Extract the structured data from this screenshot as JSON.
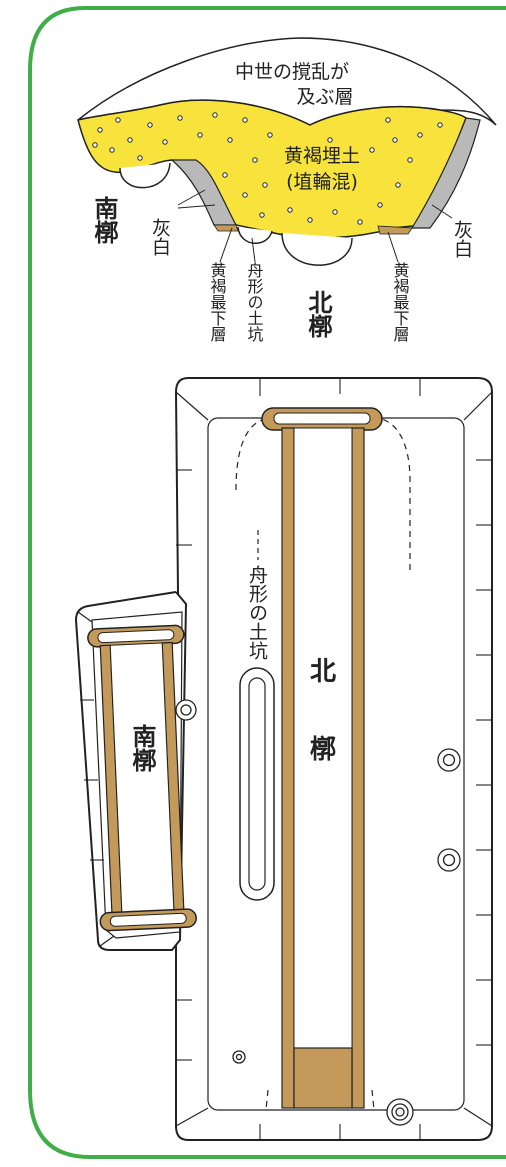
{
  "colors": {
    "frame": "#3fae49",
    "fill": "#f7e33b",
    "gray": "#b9b9b9",
    "wood": "#c49a5b",
    "line": "#222222"
  },
  "section": {
    "disturbed_layer": [
      "中世の撹乱が",
      "及ぶ層"
    ],
    "main_fill": [
      "黄褐埋土",
      "(埴輪混)"
    ],
    "south_coffin": "南槨",
    "ash_left": "灰白",
    "ash_right": "灰白",
    "yellow_bottom_left": "黄褐最下層",
    "boat_pit": "舟形の土坑",
    "north_coffin": "北槨",
    "yellow_bottom_right": "黄褐最下層"
  },
  "plan": {
    "boat_pit": "舟形の土坑",
    "north_coffin": [
      "北",
      "槨"
    ],
    "south_coffin": "南槨"
  }
}
